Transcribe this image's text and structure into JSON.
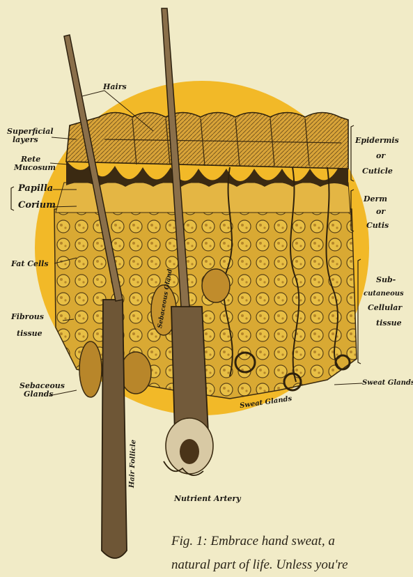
{
  "figure": {
    "labels": {
      "hairs": "Hairs",
      "superficial_layers_1": "Superficial",
      "superficial_layers_2": "layers",
      "rete_mucosum_1": "Rete",
      "rete_mucosum_2": "Mucosum",
      "papilla": "Papilla",
      "corium": "Corium",
      "fat_cells": "Fat Cells",
      "fibrous_tissue_1": "Fibrous",
      "fibrous_tissue_2": "tissue",
      "sebaceous_glands_1": "Sebaceous",
      "sebaceous_glands_2": "Glands",
      "nutrient_artery": "Nutrient Artery",
      "epidermis_1": "Epidermis",
      "epidermis_2": "or",
      "epidermis_3": "Cuticle",
      "derm_1": "Derm",
      "derm_2": "or",
      "derm_3": "Cutis",
      "subcutaneous_1": "Sub-",
      "subcutaneous_2": "cutaneous",
      "subcutaneous_3": "Cellular",
      "subcutaneous_4": "tissue",
      "sweat_glands": "Sweat Glands",
      "inner_sebaceous_gland": "Sebaceous Gland",
      "inner_hair_follicle": "Hair Follicle",
      "inner_sweat_glands": "Sweat Glands"
    },
    "caption_line1": "Fig. 1: Embrace hand sweat, a",
    "caption_line2": "natural part of life. Unless you're"
  },
  "colors": {
    "background": "#f1ebc7",
    "sun_circle": "#f2b928",
    "ink": "#1d1a14",
    "dermis_yellow": "#e0b23a",
    "hair_brown": "#7a5a3a"
  }
}
